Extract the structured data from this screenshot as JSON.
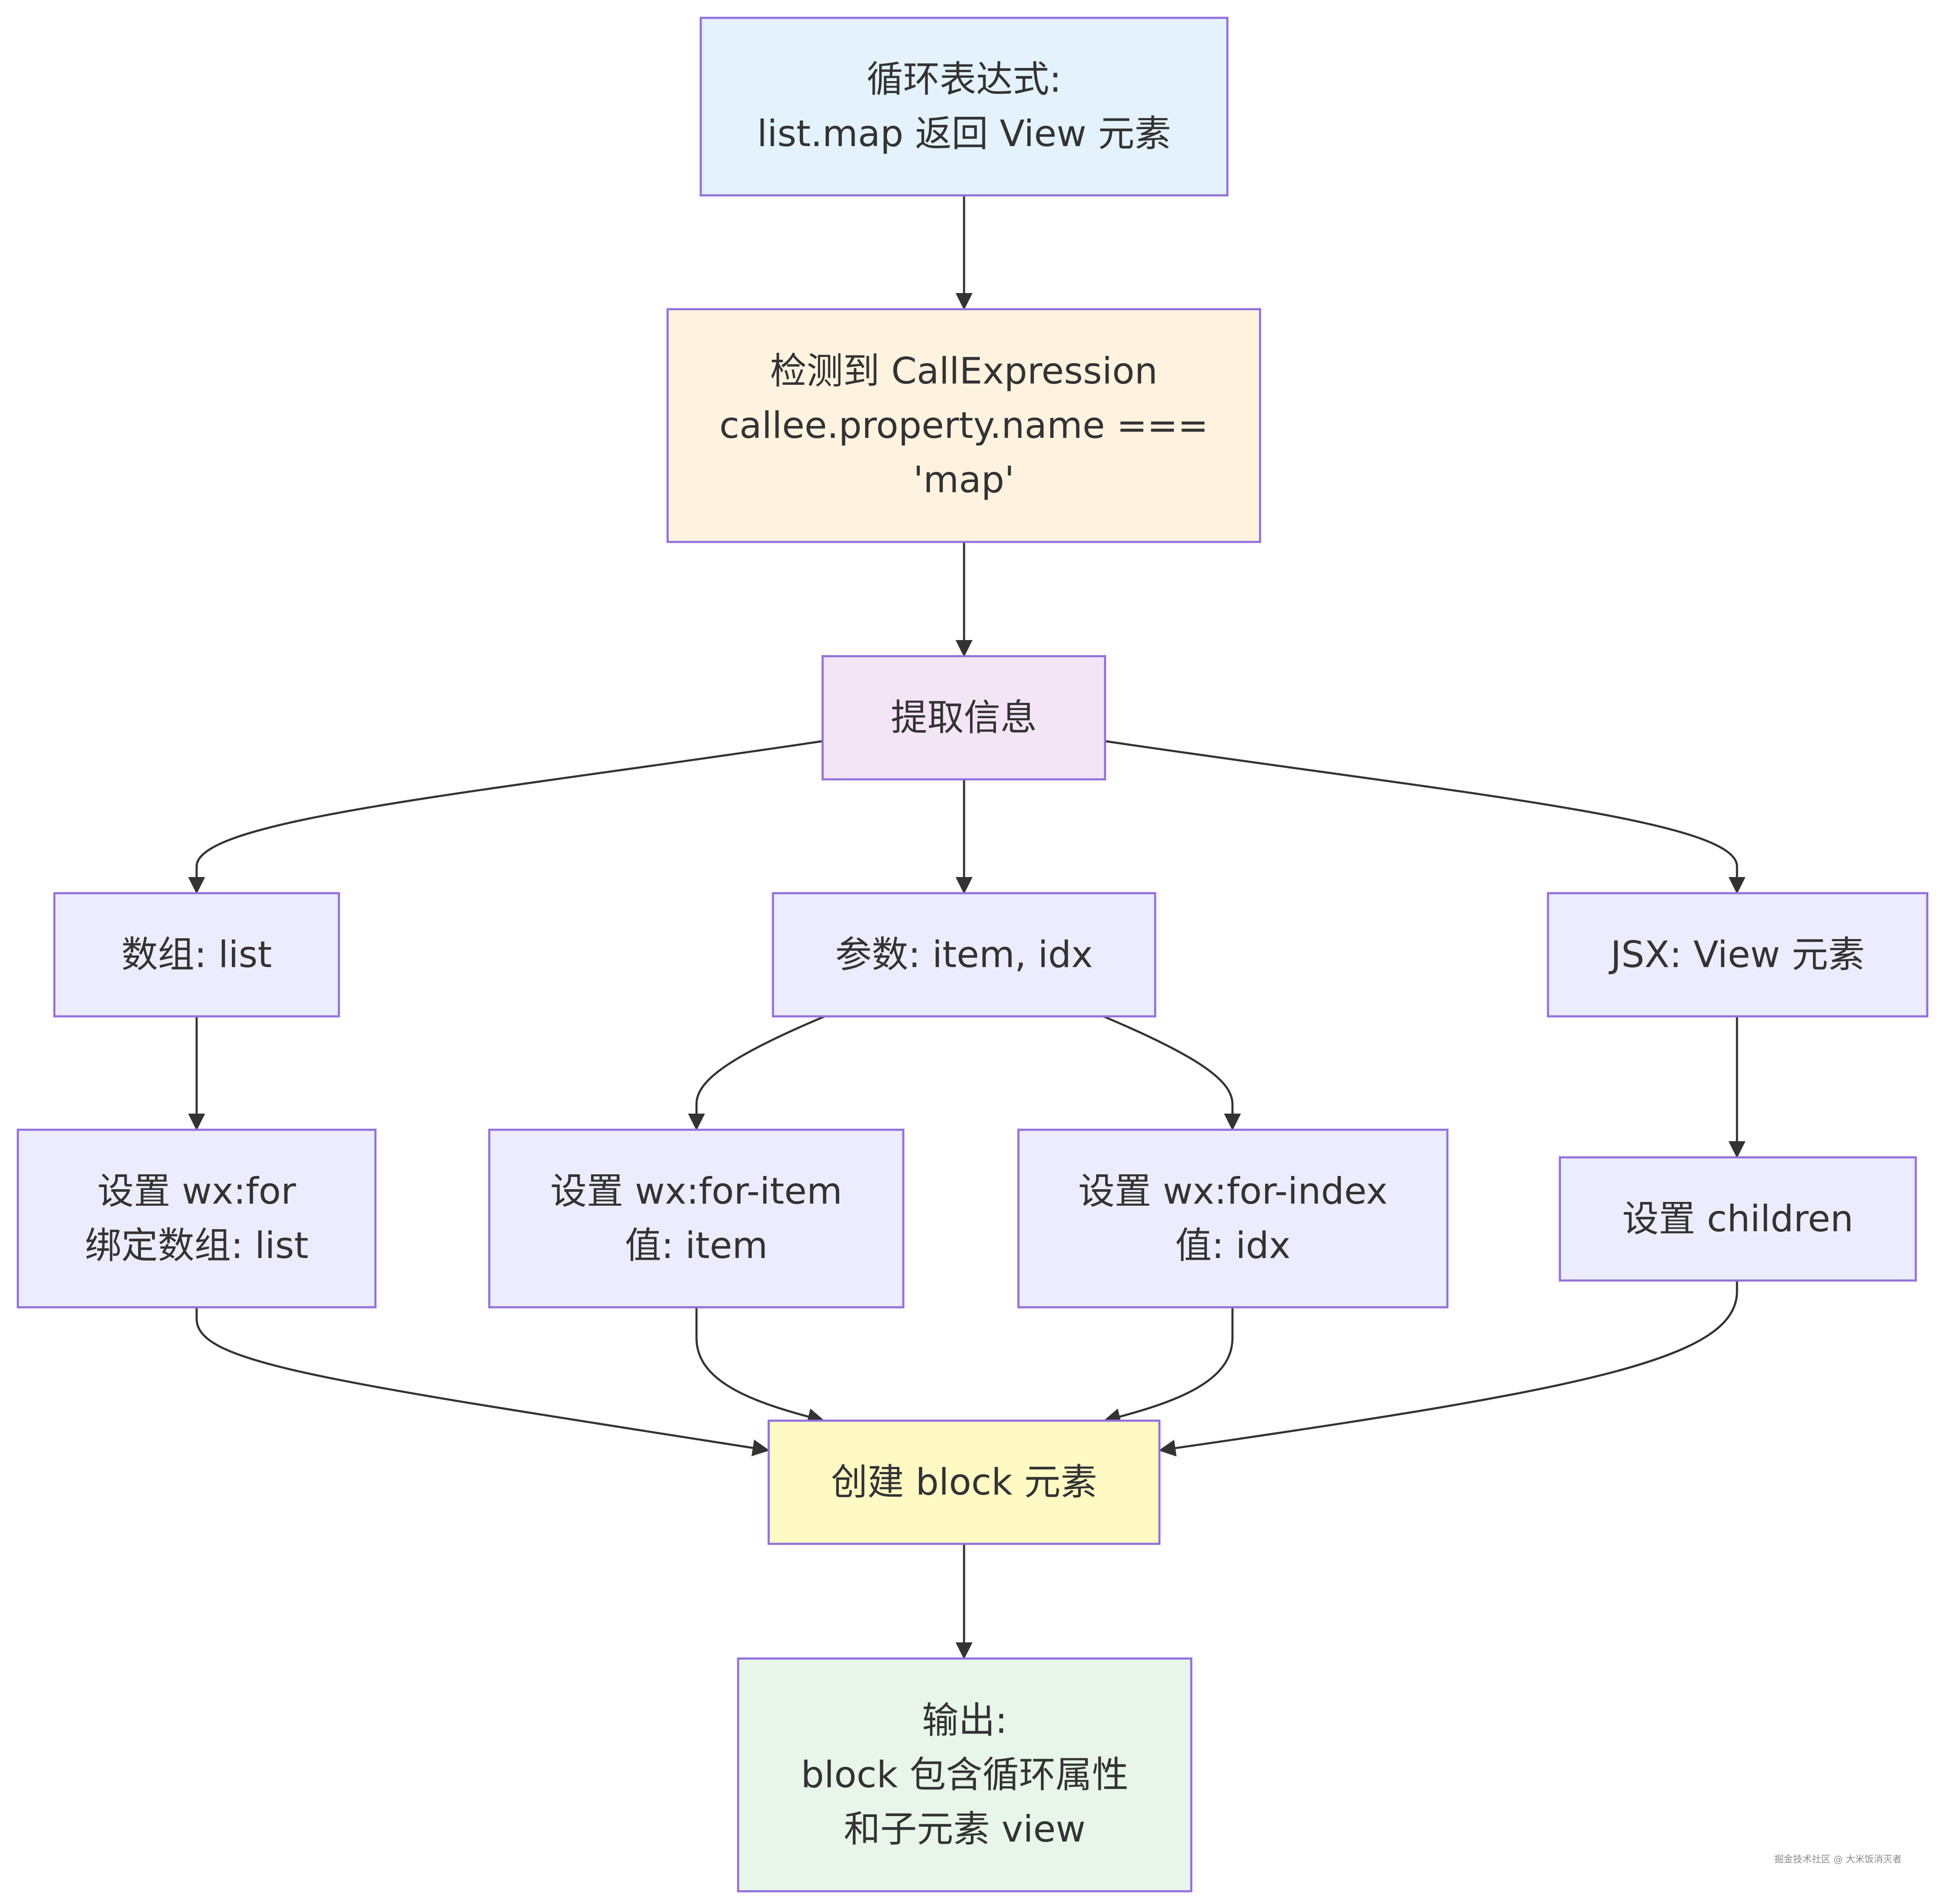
{
  "diagram": {
    "nodes": [
      {
        "id": "loop-expr",
        "lines": [
          "循环表达式:",
          "list.map 返回 View 元素"
        ],
        "fill": "#e3f2fd"
      },
      {
        "id": "detect-call",
        "lines": [
          "检测到 CallExpression",
          "callee.property.name ===",
          "'map'"
        ],
        "fill": "#fff3e0"
      },
      {
        "id": "extract-info",
        "lines": [
          "提取信息"
        ],
        "fill": "#f3e5f5"
      },
      {
        "id": "array-list",
        "lines": [
          "数组: list"
        ],
        "fill": "#ececff"
      },
      {
        "id": "params",
        "lines": [
          "参数: item, idx"
        ],
        "fill": "#ececff"
      },
      {
        "id": "jsx-view",
        "lines": [
          "JSX: View 元素"
        ],
        "fill": "#ececff"
      },
      {
        "id": "set-wx-for",
        "lines": [
          "设置 wx:for",
          "绑定数组: list"
        ],
        "fill": "#ececff"
      },
      {
        "id": "set-wx-for-item",
        "lines": [
          "设置 wx:for-item",
          "值: item"
        ],
        "fill": "#ececff"
      },
      {
        "id": "set-wx-for-index",
        "lines": [
          "设置 wx:for-index",
          "值: idx"
        ],
        "fill": "#ececff"
      },
      {
        "id": "set-children",
        "lines": [
          "设置 children"
        ],
        "fill": "#ececff"
      },
      {
        "id": "create-block",
        "lines": [
          "创建 block 元素"
        ],
        "fill": "#fff9c4"
      },
      {
        "id": "output",
        "lines": [
          "输出:",
          "block 包含循环属性",
          "和子元素 view"
        ],
        "fill": "#e8f5e9"
      }
    ],
    "edges": [
      {
        "from": "loop-expr",
        "to": "detect-call"
      },
      {
        "from": "detect-call",
        "to": "extract-info"
      },
      {
        "from": "extract-info",
        "to": "array-list"
      },
      {
        "from": "extract-info",
        "to": "params"
      },
      {
        "from": "extract-info",
        "to": "jsx-view"
      },
      {
        "from": "array-list",
        "to": "set-wx-for"
      },
      {
        "from": "params",
        "to": "set-wx-for-item"
      },
      {
        "from": "params",
        "to": "set-wx-for-index"
      },
      {
        "from": "jsx-view",
        "to": "set-children"
      },
      {
        "from": "set-wx-for",
        "to": "create-block"
      },
      {
        "from": "set-wx-for-item",
        "to": "create-block"
      },
      {
        "from": "set-wx-for-index",
        "to": "create-block"
      },
      {
        "from": "set-children",
        "to": "create-block"
      },
      {
        "from": "create-block",
        "to": "output"
      }
    ]
  },
  "watermark": "掘金技术社区 @ 大米饭消灭者"
}
